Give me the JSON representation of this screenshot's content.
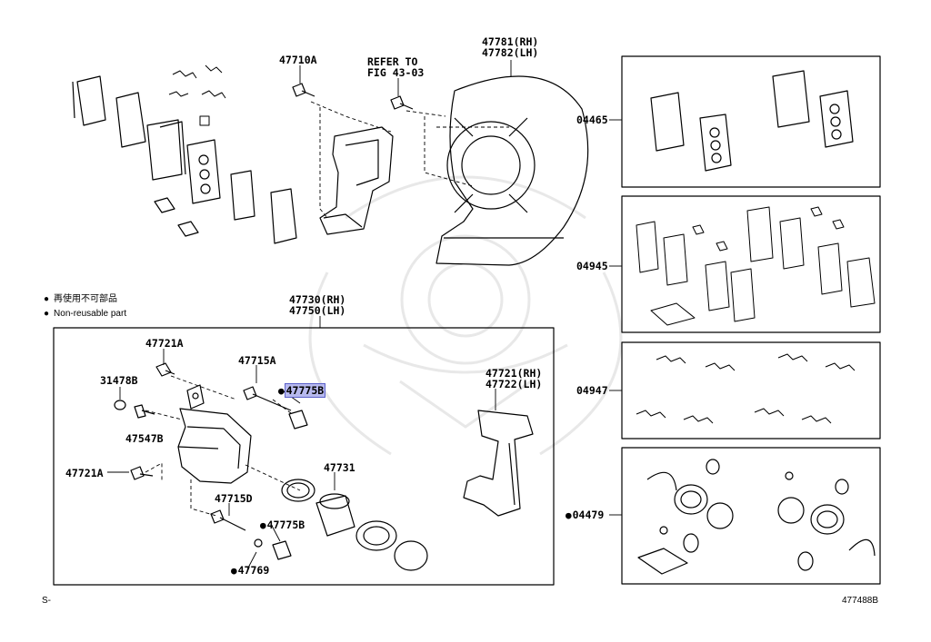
{
  "legend": {
    "jp": "再使用不可部品",
    "en": "Non-reusable part"
  },
  "labels": {
    "p47710A": "47710A",
    "refer_to": "REFER TO",
    "fig": "FIG 43-03",
    "p47781": "47781(RH)",
    "p47782": "47782(LH)",
    "p04465": "04465",
    "p04945": "04945",
    "p04947": "04947",
    "p04479": "04479",
    "p47730": "47730(RH)",
    "p47750": "47750(LH)",
    "p47721A_top": "47721A",
    "p31478B": "31478B",
    "p47547B": "47547B",
    "p47721A_left": "47721A",
    "p47715A": "47715A",
    "p47775B_hl": "47775B",
    "p47721_rh": "47721(RH)",
    "p47722_lh": "47722(LH)",
    "p47731": "47731",
    "p47715D": "47715D",
    "p47775B": "47775B",
    "p47769": "47769"
  },
  "footer": {
    "left": "S-",
    "right": "477488B"
  }
}
